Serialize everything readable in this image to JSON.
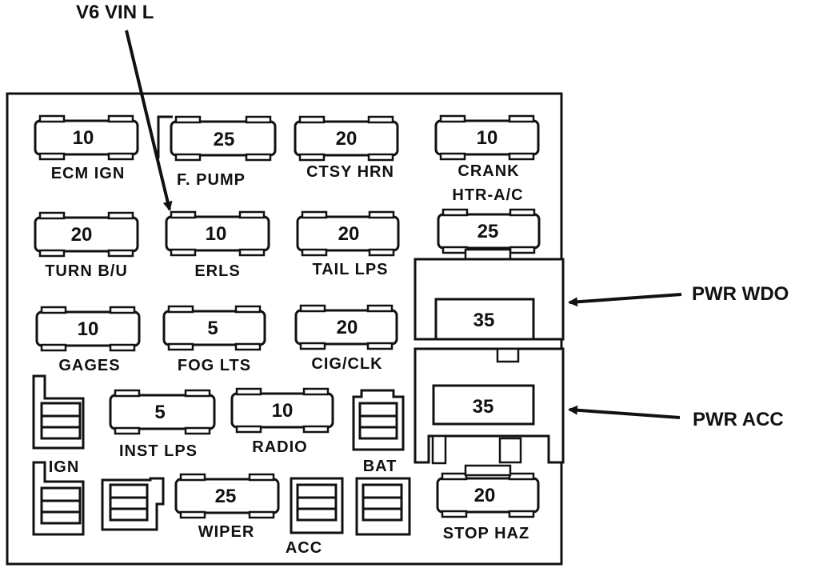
{
  "callouts": {
    "v6": "V6 VIN L",
    "pwr_wdo": "PWR WDO",
    "pwr_acc": "PWR ACC"
  },
  "fuses": {
    "ecm_ign": {
      "amp": "10",
      "label": "ECM IGN"
    },
    "f_pump": {
      "amp": "25",
      "label": "F. PUMP"
    },
    "ctsy_hrn": {
      "amp": "20",
      "label": "CTSY HRN"
    },
    "crank": {
      "amp": "10",
      "label": "CRANK"
    },
    "htr_ac": {
      "amp": "25",
      "label": "HTR-A/C"
    },
    "turn_bu": {
      "amp": "20",
      "label": "TURN B/U"
    },
    "erls": {
      "amp": "10",
      "label": "ERLS"
    },
    "tail_lps": {
      "amp": "20",
      "label": "TAIL LPS"
    },
    "gages": {
      "amp": "10",
      "label": "GAGES"
    },
    "fog_lts": {
      "amp": "5",
      "label": "FOG LTS"
    },
    "cig_clk": {
      "amp": "20",
      "label": "CIG/CLK"
    },
    "inst_lps": {
      "amp": "5",
      "label": "INST LPS"
    },
    "radio": {
      "amp": "10",
      "label": "RADIO"
    },
    "wiper": {
      "amp": "25",
      "label": "WIPER"
    },
    "stop_haz": {
      "amp": "20",
      "label": "STOP HAZ"
    }
  },
  "breakers": {
    "pwr_wdo_amp": "35",
    "pwr_acc_amp": "35"
  },
  "connectors": {
    "ign": "IGN",
    "bat": "BAT",
    "acc": "ACC"
  }
}
